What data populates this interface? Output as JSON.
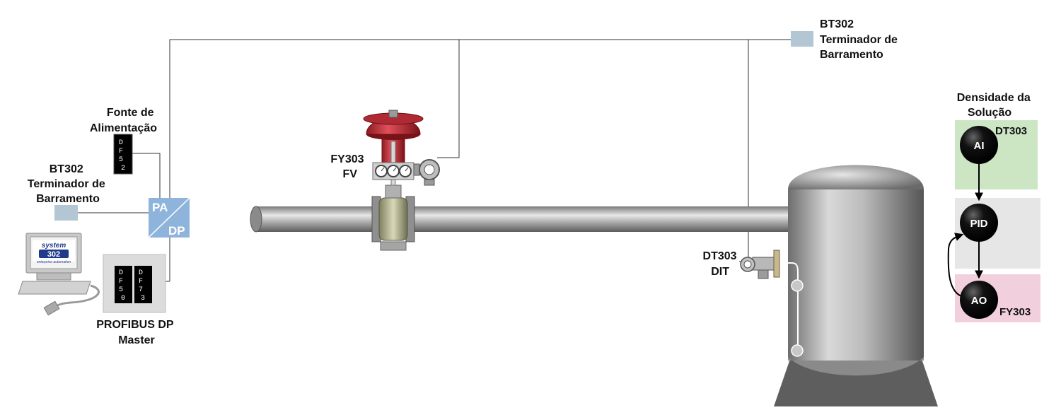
{
  "labels": {
    "bt302_top": [
      "BT302",
      "Terminador de",
      "Barramento"
    ],
    "bt302_left": [
      "BT302",
      "Terminador de",
      "Barramento"
    ],
    "fonte": [
      "Fonte de",
      "Alimentação"
    ],
    "profibus": [
      "PROFIBUS DP",
      "Master"
    ],
    "fy303_fv": [
      "FY303",
      "FV"
    ],
    "dt303_dit": [
      "DT303",
      "DIT"
    ],
    "densidade": [
      "Densidade da",
      "Solução"
    ]
  },
  "modules": {
    "df52": [
      "D",
      "F",
      "5",
      "2"
    ],
    "df50": [
      "D",
      "F",
      "5",
      "0"
    ],
    "df73": [
      "D",
      "F",
      "7",
      "3"
    ]
  },
  "coupler": {
    "pa": "PA",
    "dp": "DP"
  },
  "system302": {
    "line1": "system",
    "line2": "302",
    "line3": "enterprise automation"
  },
  "function_blocks": {
    "ai": "AI",
    "pid": "PID",
    "ao": "AO",
    "dt303": "DT303",
    "fy303": "FY303"
  },
  "colors": {
    "bus_terminator": "#b3c6d4",
    "coupler": "#8fb4db",
    "ai_panel": "#cce6c4",
    "pid_panel": "#e6e6e6",
    "ao_panel": "#f2cfdc",
    "valve_actuator": "#c8303a",
    "block_black": "#000000"
  }
}
